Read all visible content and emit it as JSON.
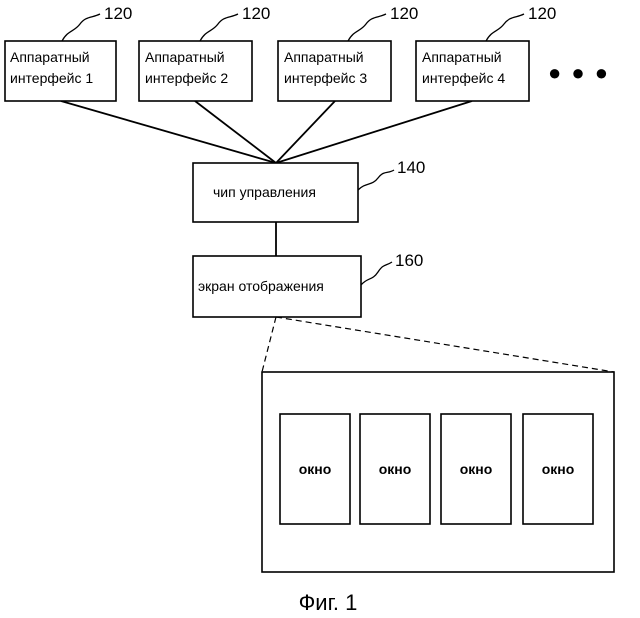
{
  "hardware_interfaces": [
    {
      "line1": "Аппаратный",
      "line2": "интерфейс 1",
      "ref": "120"
    },
    {
      "line1": "Аппаратный",
      "line2": "интерфейс 2",
      "ref": "120"
    },
    {
      "line1": "Аппаратный",
      "line2": "интерфейс 3",
      "ref": "120"
    },
    {
      "line1": "Аппаратный",
      "line2": "интерфейс 4",
      "ref": "120"
    }
  ],
  "ellipsis": "● ● ●",
  "control_chip": {
    "label": "чип управления",
    "ref": "140"
  },
  "display_screen": {
    "label": "экран отображения",
    "ref": "160"
  },
  "windows": [
    {
      "label": "окно"
    },
    {
      "label": "окно"
    },
    {
      "label": "окно"
    },
    {
      "label": "окно"
    }
  ],
  "caption": "Фиг. 1"
}
